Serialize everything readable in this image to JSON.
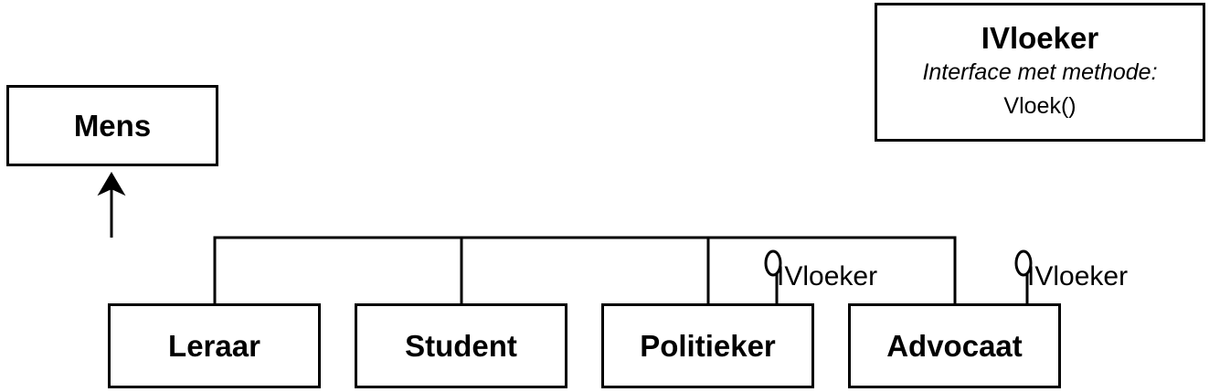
{
  "classes": {
    "mens": "Mens",
    "leraar": "Leraar",
    "student": "Student",
    "politieker": "Politieker",
    "advocaat": "Advocaat"
  },
  "interface_box": {
    "title": "IVloeker",
    "subtitle": "Interface met methode:",
    "method": "Vloek()"
  },
  "lollipops": [
    {
      "label": "IVloeker",
      "attached_to": "Politieker"
    },
    {
      "label": "IVloeker",
      "attached_to": "Advocaat"
    }
  ],
  "colors": {
    "stroke": "#000000",
    "fill": "#ffffff"
  }
}
